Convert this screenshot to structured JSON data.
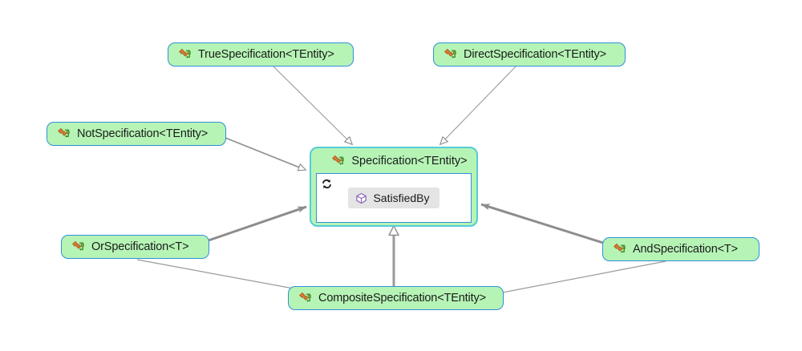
{
  "diagram": {
    "type": "uml-class-diagram",
    "background_color": "#ffffff",
    "node_fill_color": "#b6f4b6",
    "node_border_color": "#2f8fd8",
    "selected_border_color": "#55ccd8",
    "edge_color": "#8c8c8c",
    "class_icon_color": "#d4762a",
    "method_icon_color": "#8a64b8"
  },
  "nodes": {
    "true_specification": {
      "label": "TrueSpecification<TEntity>",
      "icon": "class-icon"
    },
    "direct_specification": {
      "label": "DirectSpecification<TEntity>",
      "icon": "class-icon"
    },
    "not_specification": {
      "label": "NotSpecification<TEntity>",
      "icon": "class-icon"
    },
    "or_specification": {
      "label": "OrSpecification<T>",
      "icon": "class-icon"
    },
    "and_specification": {
      "label": "AndSpecification<T>",
      "icon": "class-icon"
    },
    "composite_specification": {
      "label": "CompositeSpecification<TEntity>",
      "icon": "class-icon"
    },
    "specification": {
      "label": "Specification<TEntity>",
      "icon": "class-icon",
      "body_icon": "refresh-icon",
      "members": [
        {
          "label": "SatisfiedBy",
          "icon": "method-icon"
        }
      ]
    }
  },
  "edges": [
    {
      "from": "true_specification",
      "to": "specification",
      "kind": "generalization",
      "arrow": "hollow-triangle",
      "weight": "thin"
    },
    {
      "from": "direct_specification",
      "to": "specification",
      "kind": "generalization",
      "arrow": "hollow-triangle",
      "weight": "thin"
    },
    {
      "from": "not_specification",
      "to": "specification",
      "kind": "generalization",
      "arrow": "hollow-triangle",
      "weight": "thin"
    },
    {
      "from": "composite_specification",
      "to": "specification",
      "kind": "generalization",
      "arrow": "hollow-triangle",
      "weight": "thick"
    },
    {
      "from": "or_specification",
      "to": "specification",
      "kind": "association",
      "arrow": "filled-arrow",
      "weight": "thick"
    },
    {
      "from": "and_specification",
      "to": "specification",
      "kind": "association",
      "arrow": "filled-arrow",
      "weight": "thick"
    },
    {
      "from": "or_specification",
      "to": "composite_specification",
      "kind": "generalization",
      "arrow": "none",
      "weight": "thin"
    },
    {
      "from": "and_specification",
      "to": "composite_specification",
      "kind": "generalization",
      "arrow": "none",
      "weight": "thin"
    }
  ]
}
